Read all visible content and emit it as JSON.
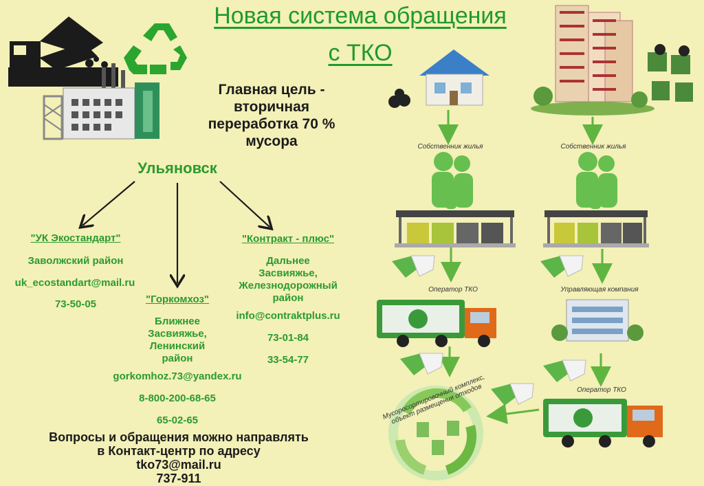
{
  "title": {
    "line1": "Новая система обращения",
    "line2": "с ТКО"
  },
  "goal": {
    "line1": "Главная цель -",
    "line2": "вторичная",
    "line3": "переработка 70 %",
    "line4": "мусора"
  },
  "city": "Ульяновск",
  "orgs": [
    {
      "name": "\"УК Экостандарт\"",
      "district": "Заволжский район",
      "email": "uk_ecostandart@mail.ru",
      "phones": [
        "73-50-05"
      ]
    },
    {
      "name": "\"Горкомхоз\"",
      "district_lines": [
        "Ближнее",
        "Засвияжье,",
        "Ленинский",
        "район"
      ],
      "email": "gorkomhoz.73@yandex.ru",
      "phones": [
        "8-800-200-68-65",
        "65-02-65"
      ]
    },
    {
      "name": "\"Контракт - плюс\"",
      "district_lines": [
        "Дальнее",
        "Засвияжье,",
        "Железнодорожный",
        "район"
      ],
      "email": "info@contraktplus.ru",
      "phones": [
        "73-01-84",
        "33-54-77"
      ]
    }
  ],
  "contact": {
    "line1": "Вопросы и обращения можно направлять",
    "line2": "в Контакт-центр по адресу",
    "email": "tko73@mail.ru",
    "phone": "737-911"
  },
  "diagram": {
    "owner_left": "Собственник жилья",
    "owner_right": "Собственник жилья",
    "operator_left": "Оператор ТКО",
    "management": "Управляющая компания",
    "operator_right": "Оператор ТКО",
    "complex_line1": "Мусоросортировочный комплекс,",
    "complex_line2": "объект размещения отходов"
  },
  "colors": {
    "background": "#f3f0b8",
    "accent_green": "#2a9b2f",
    "title_green": "#1f9a2c"
  }
}
